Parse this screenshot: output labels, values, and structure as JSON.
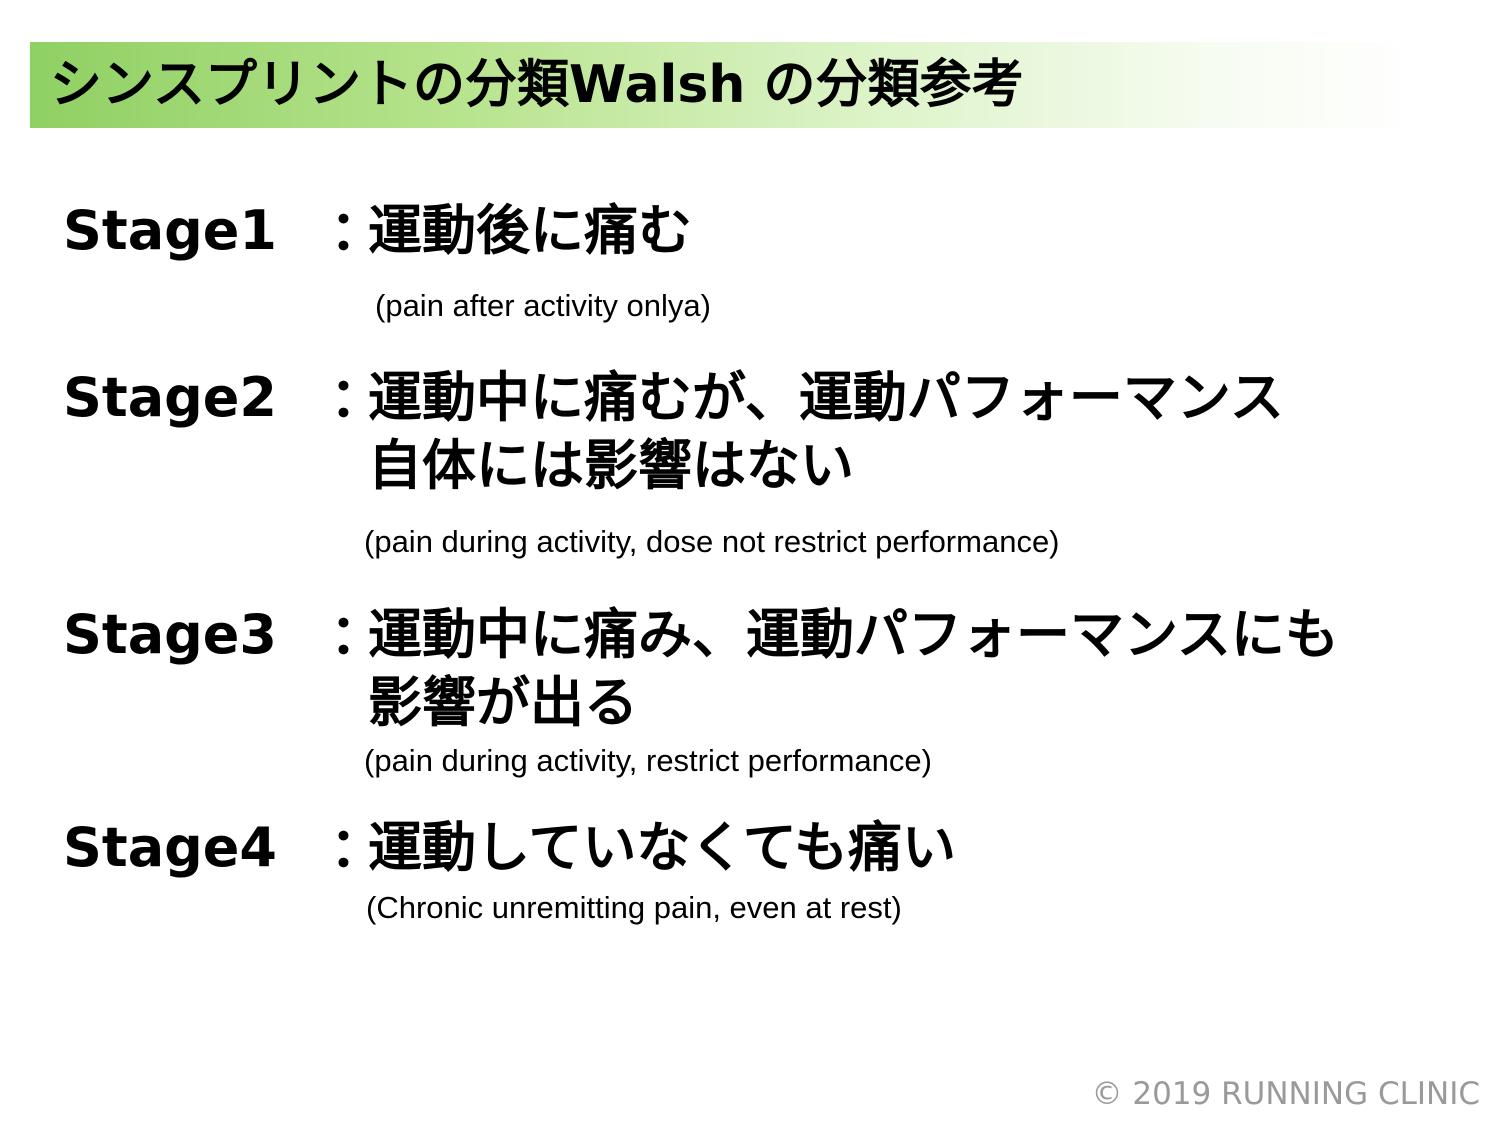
{
  "header": {
    "title": "シンスプリントの分類Walsh の分類参考"
  },
  "separator": "：",
  "stages": [
    {
      "label": "Stage1",
      "jp_lines": [
        "運動後に痛む"
      ],
      "en": "(pain after activity onlya)"
    },
    {
      "label": "Stage2",
      "jp_lines": [
        "運動中に痛むが、運動パフォーマンス",
        "自体には影響はない"
      ],
      "en": "(pain during activity, dose not restrict performance)"
    },
    {
      "label": "Stage3",
      "jp_lines": [
        "運動中に痛み、運動パフォーマンスにも",
        "影響が出る"
      ],
      "en": "(pain during activity, restrict performance)"
    },
    {
      "label": "Stage4",
      "jp_lines": [
        "運動していなくても痛い"
      ],
      "en": "(Chronic unremitting pain, even at rest)"
    }
  ],
  "footer": {
    "copyright": "© 2019 RUNNING CLINIC"
  }
}
